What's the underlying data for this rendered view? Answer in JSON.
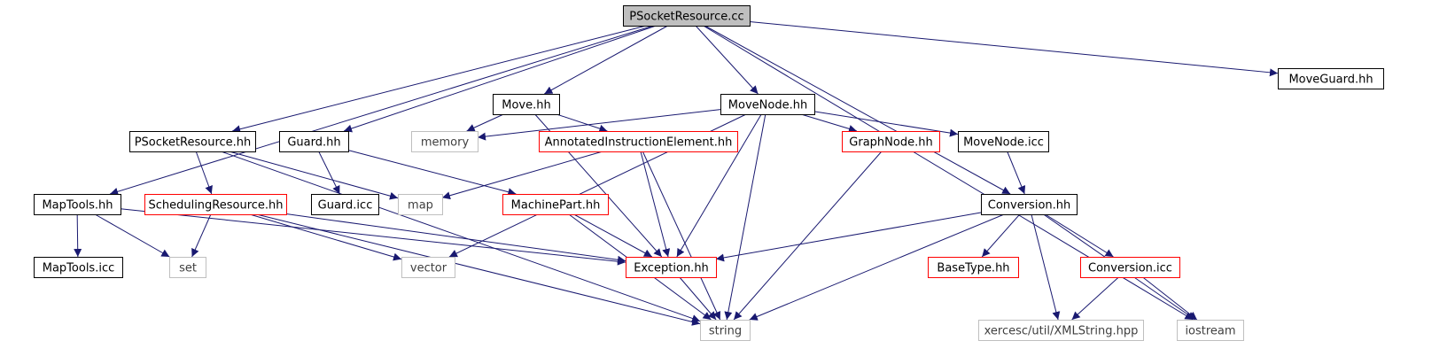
{
  "colors": {
    "edge": "#191970",
    "border_default": "#000000",
    "border_incomplete": "#ff0000",
    "border_external": "#bfbfbf",
    "root_fill": "#bfbfbf",
    "node_fill": "#ffffff",
    "text_default": "#000000",
    "text_external": "#3f3f3f"
  },
  "nodes": [
    {
      "id": "root",
      "label": "PSocketResource.cc",
      "kind": "root"
    },
    {
      "id": "move_hh",
      "label": "Move.hh",
      "kind": "normal"
    },
    {
      "id": "movenode_hh",
      "label": "MoveNode.hh",
      "kind": "normal"
    },
    {
      "id": "moveguard_hh",
      "label": "MoveGuard.hh",
      "kind": "normal"
    },
    {
      "id": "psocketresource_hh",
      "label": "PSocketResource.hh",
      "kind": "normal"
    },
    {
      "id": "guard_hh",
      "label": "Guard.hh",
      "kind": "normal"
    },
    {
      "id": "memory",
      "label": "memory",
      "kind": "external"
    },
    {
      "id": "annotated_hh",
      "label": "AnnotatedInstructionElement.hh",
      "kind": "incomplete"
    },
    {
      "id": "graphnode_hh",
      "label": "GraphNode.hh",
      "kind": "incomplete"
    },
    {
      "id": "movenode_icc",
      "label": "MoveNode.icc",
      "kind": "normal"
    },
    {
      "id": "maptools_hh",
      "label": "MapTools.hh",
      "kind": "normal"
    },
    {
      "id": "scheduling_hh",
      "label": "SchedulingResource.hh",
      "kind": "incomplete"
    },
    {
      "id": "guard_icc",
      "label": "Guard.icc",
      "kind": "normal"
    },
    {
      "id": "map",
      "label": "map",
      "kind": "external"
    },
    {
      "id": "machinepart_hh",
      "label": "MachinePart.hh",
      "kind": "incomplete"
    },
    {
      "id": "conversion_hh",
      "label": "Conversion.hh",
      "kind": "normal"
    },
    {
      "id": "maptools_icc",
      "label": "MapTools.icc",
      "kind": "normal"
    },
    {
      "id": "set",
      "label": "set",
      "kind": "external"
    },
    {
      "id": "vector",
      "label": "vector",
      "kind": "external"
    },
    {
      "id": "exception_hh",
      "label": "Exception.hh",
      "kind": "incomplete"
    },
    {
      "id": "basetype_hh",
      "label": "BaseType.hh",
      "kind": "incomplete"
    },
    {
      "id": "conversion_icc",
      "label": "Conversion.icc",
      "kind": "incomplete"
    },
    {
      "id": "string",
      "label": "string",
      "kind": "external"
    },
    {
      "id": "xmlstring",
      "label": "xercesc/util/XMLString.hpp",
      "kind": "external"
    },
    {
      "id": "iostream",
      "label": "iostream",
      "kind": "external"
    }
  ],
  "edges": [
    [
      "root",
      "move_hh"
    ],
    [
      "root",
      "movenode_hh"
    ],
    [
      "root",
      "moveguard_hh"
    ],
    [
      "root",
      "psocketresource_hh"
    ],
    [
      "root",
      "guard_hh"
    ],
    [
      "root",
      "maptools_hh"
    ],
    [
      "root",
      "conversion_hh"
    ],
    [
      "root",
      "iostream"
    ],
    [
      "move_hh",
      "memory"
    ],
    [
      "move_hh",
      "annotated_hh"
    ],
    [
      "move_hh",
      "exception_hh"
    ],
    [
      "movenode_hh",
      "memory"
    ],
    [
      "movenode_hh",
      "graphnode_hh"
    ],
    [
      "movenode_hh",
      "movenode_icc"
    ],
    [
      "movenode_hh",
      "exception_hh"
    ],
    [
      "movenode_hh",
      "string"
    ],
    [
      "movenode_hh",
      "vector"
    ],
    [
      "psocketresource_hh",
      "scheduling_hh"
    ],
    [
      "psocketresource_hh",
      "map"
    ],
    [
      "psocketresource_hh",
      "string"
    ],
    [
      "guard_hh",
      "guard_icc"
    ],
    [
      "guard_hh",
      "machinepart_hh"
    ],
    [
      "annotated_hh",
      "map"
    ],
    [
      "annotated_hh",
      "exception_hh"
    ],
    [
      "annotated_hh",
      "string"
    ],
    [
      "graphnode_hh",
      "string"
    ],
    [
      "movenode_icc",
      "conversion_hh"
    ],
    [
      "maptools_hh",
      "maptools_icc"
    ],
    [
      "maptools_hh",
      "set"
    ],
    [
      "maptools_hh",
      "exception_hh"
    ],
    [
      "scheduling_hh",
      "set"
    ],
    [
      "scheduling_hh",
      "vector"
    ],
    [
      "scheduling_hh",
      "exception_hh"
    ],
    [
      "scheduling_hh",
      "string"
    ],
    [
      "machinepart_hh",
      "exception_hh"
    ],
    [
      "machinepart_hh",
      "string"
    ],
    [
      "conversion_hh",
      "exception_hh"
    ],
    [
      "conversion_hh",
      "string"
    ],
    [
      "conversion_hh",
      "basetype_hh"
    ],
    [
      "conversion_hh",
      "conversion_icc"
    ],
    [
      "conversion_hh",
      "xmlstring"
    ],
    [
      "conversion_hh",
      "iostream"
    ],
    [
      "exception_hh",
      "string"
    ],
    [
      "conversion_icc",
      "xmlstring"
    ],
    [
      "conversion_icc",
      "iostream"
    ]
  ]
}
